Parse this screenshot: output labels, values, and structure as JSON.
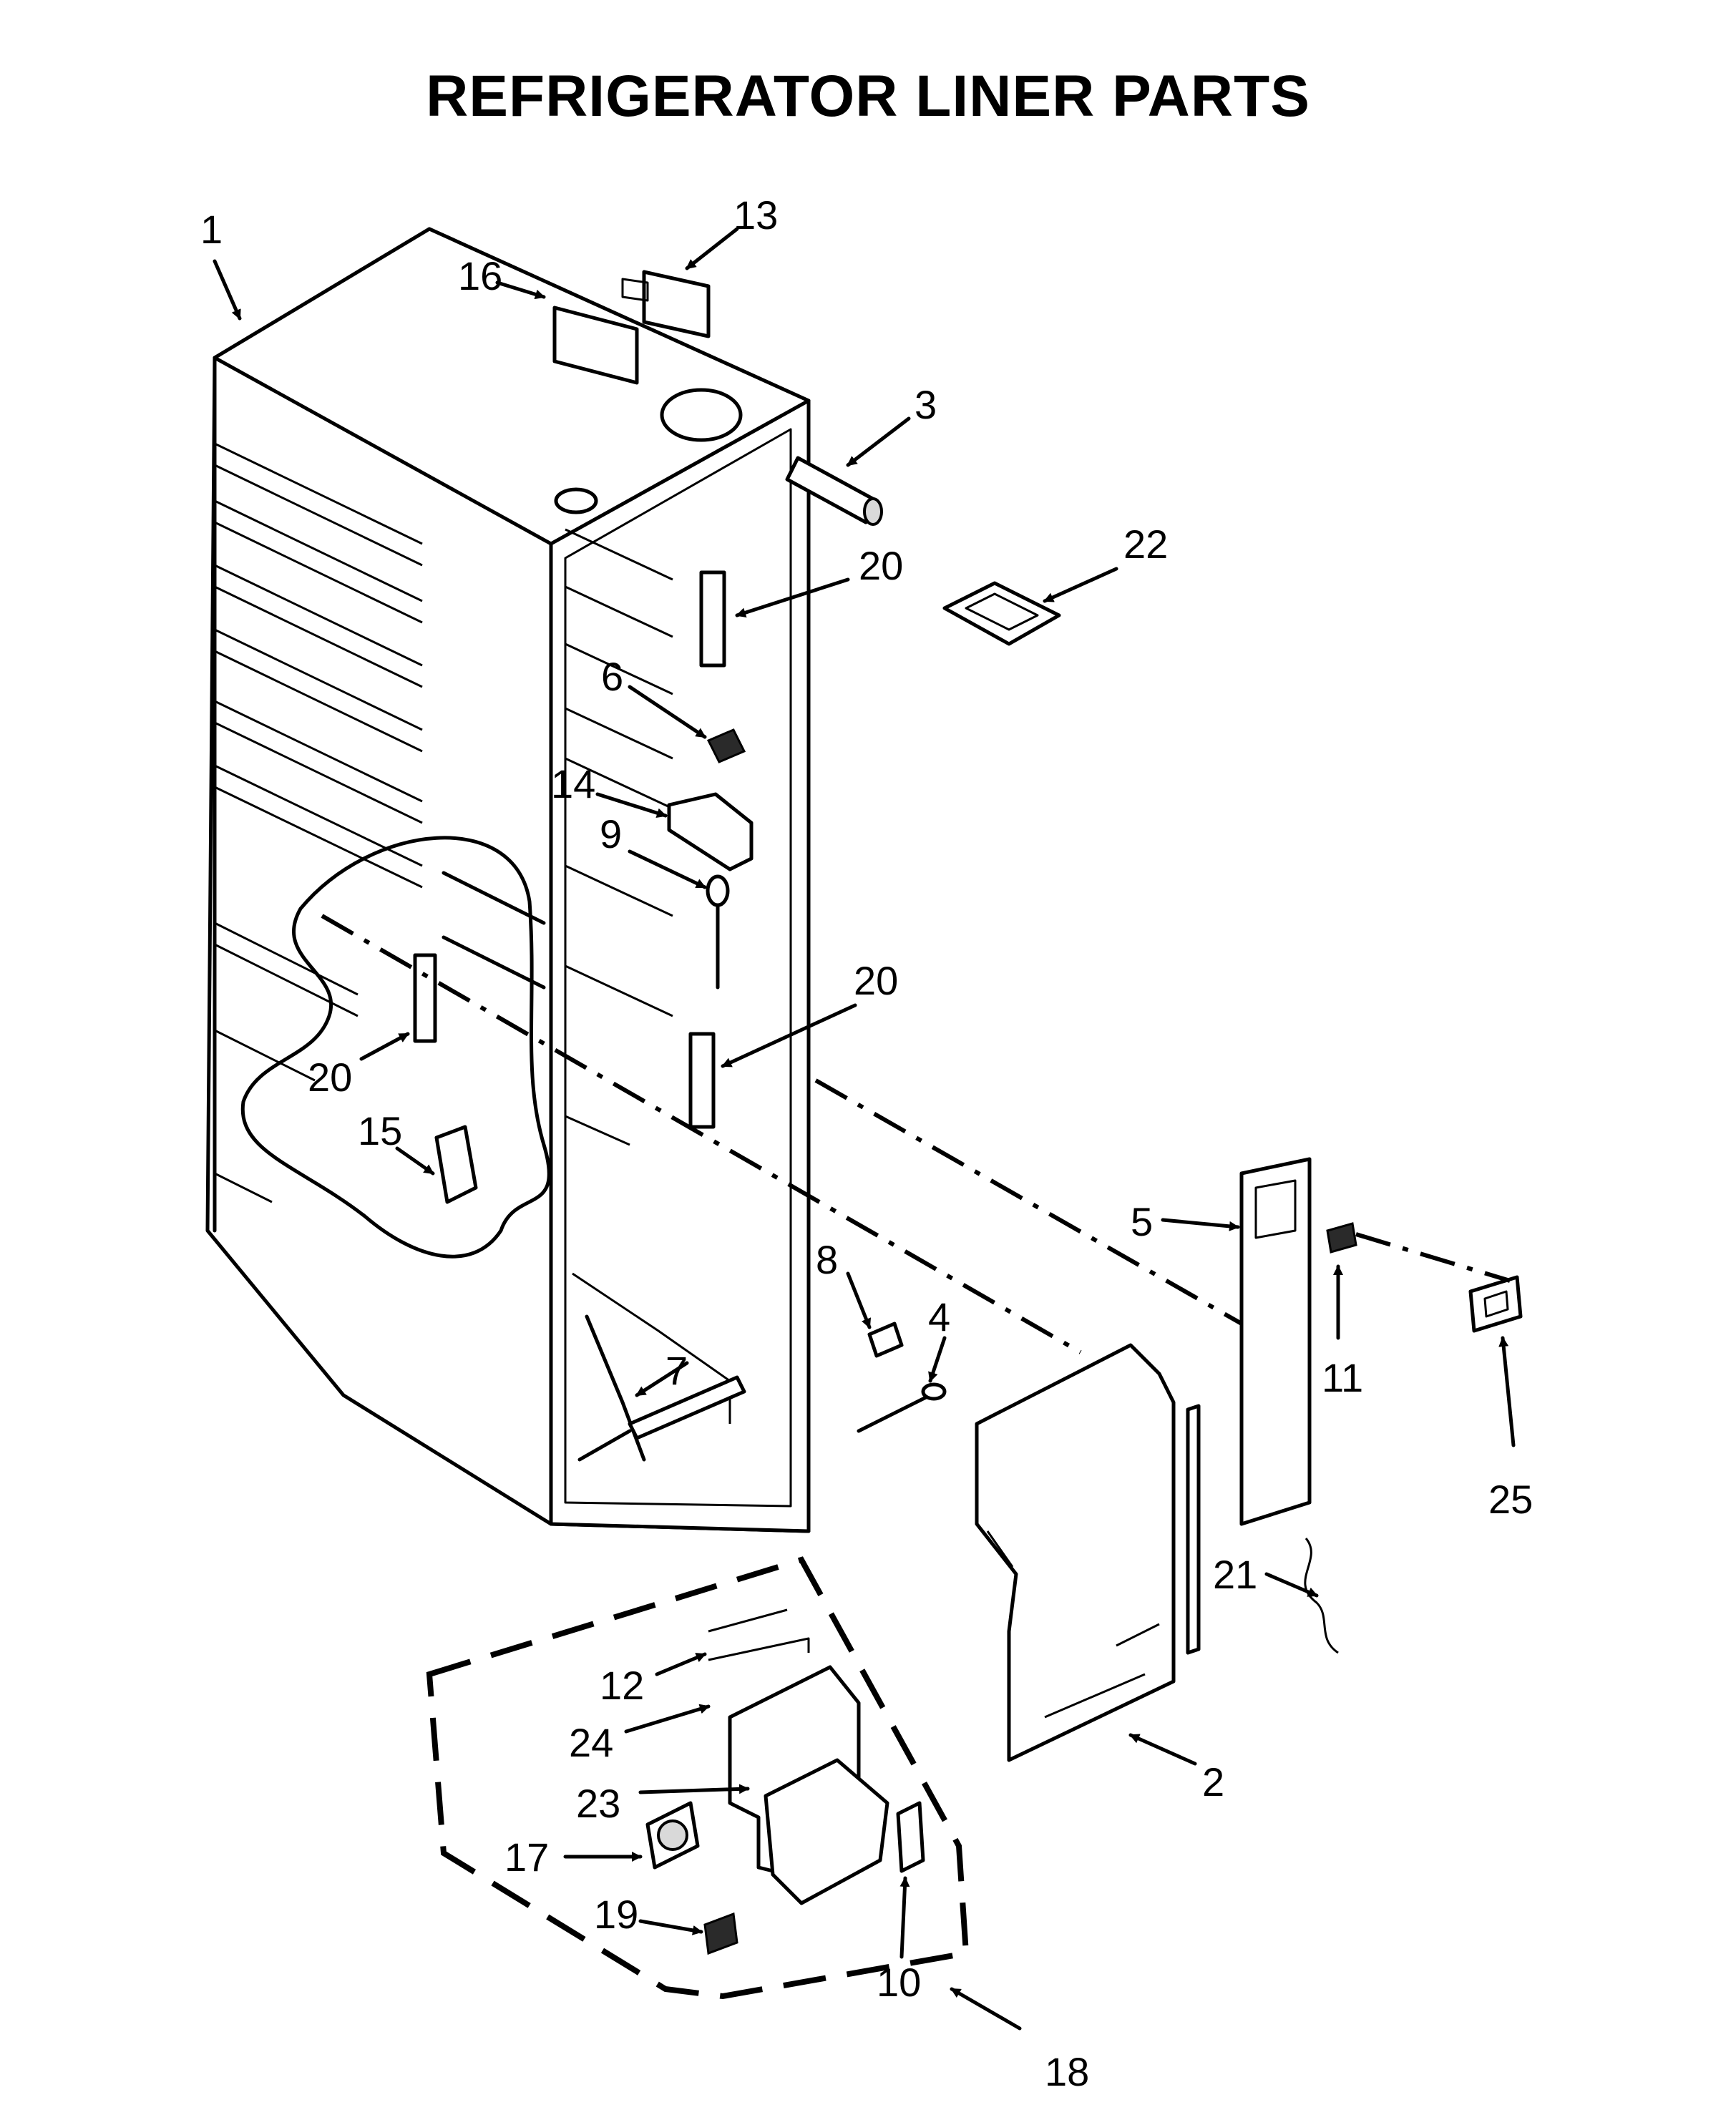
{
  "title": "REFRIGERATOR LINER PARTS",
  "callouts": [
    {
      "id": "c1",
      "text": "1"
    },
    {
      "id": "c2",
      "text": "2"
    },
    {
      "id": "c3",
      "text": "3"
    },
    {
      "id": "c4",
      "text": "4"
    },
    {
      "id": "c5",
      "text": "5"
    },
    {
      "id": "c6",
      "text": "6"
    },
    {
      "id": "c7",
      "text": "7"
    },
    {
      "id": "c8",
      "text": "8"
    },
    {
      "id": "c9",
      "text": "9"
    },
    {
      "id": "c10",
      "text": "10"
    },
    {
      "id": "c11",
      "text": "11"
    },
    {
      "id": "c12",
      "text": "12"
    },
    {
      "id": "c13",
      "text": "13"
    },
    {
      "id": "c14",
      "text": "14"
    },
    {
      "id": "c15",
      "text": "15"
    },
    {
      "id": "c16",
      "text": "16"
    },
    {
      "id": "c17",
      "text": "17"
    },
    {
      "id": "c18",
      "text": "18"
    },
    {
      "id": "c19",
      "text": "19"
    },
    {
      "id": "c20a",
      "text": "20"
    },
    {
      "id": "c20b",
      "text": "20"
    },
    {
      "id": "c20c",
      "text": "20"
    },
    {
      "id": "c21",
      "text": "21"
    },
    {
      "id": "c22",
      "text": "22"
    },
    {
      "id": "c23",
      "text": "23"
    },
    {
      "id": "c24",
      "text": "24"
    },
    {
      "id": "c25",
      "text": "25"
    }
  ]
}
